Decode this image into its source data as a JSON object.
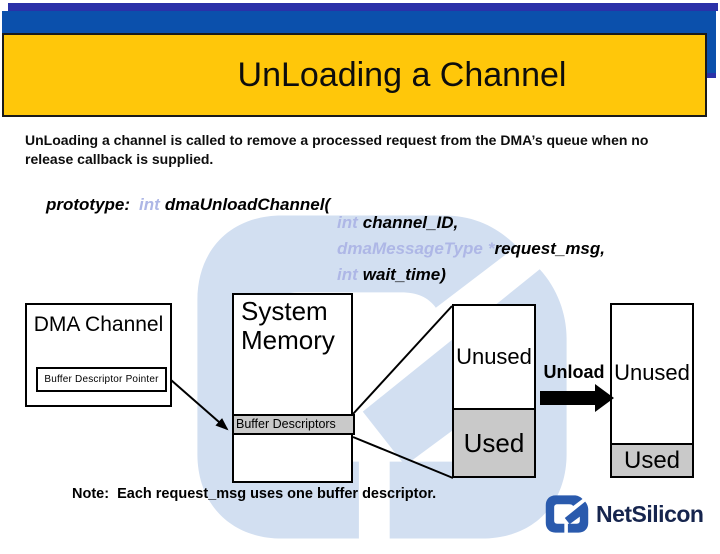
{
  "slide": {
    "title": "UnLoading a Channel",
    "body": "UnLoading a channel is called to remove a processed request from the DMA’s queue when no release callback is supplied.",
    "note": "Note:  Each request_msg uses one buffer descriptor."
  },
  "prototype": {
    "label": "prototype:",
    "return_type": "int",
    "function_name": "dmaUnloadChannel(",
    "param1_type": "int",
    "param1_name": "channel_ID,",
    "param2_type": "dmaMessageType",
    "param2_pointer": "*",
    "param2_name": "request_msg,",
    "param3_type": "int",
    "param3_name": "wait_time)"
  },
  "diagram": {
    "dma_channel_title": "DMA Channel",
    "buffer_descriptor_pointer": "Buffer Descriptor Pointer",
    "system_memory_title": "System Memory",
    "buffer_descriptors_label": "Buffer Descriptors",
    "bar_before_unused": "Unused",
    "bar_before_used": "Used",
    "unload_label": "Unload",
    "bar_after_unused": "Unused",
    "bar_after_used": "Used"
  },
  "logo": {
    "name": "NetSilicon",
    "icon": "netsilicon-logo-icon"
  },
  "colors": {
    "header_blue": "#0b50ac",
    "header_navy": "#2a31a8",
    "title_yellow": "#ffc70a",
    "keyword_lavender": "#aeb7e6",
    "box_gray": "#c9c9c9",
    "logo_blue": "#2a5aad",
    "logo_text_navy": "#16254e",
    "watermark_blue": "#d2dff1"
  }
}
